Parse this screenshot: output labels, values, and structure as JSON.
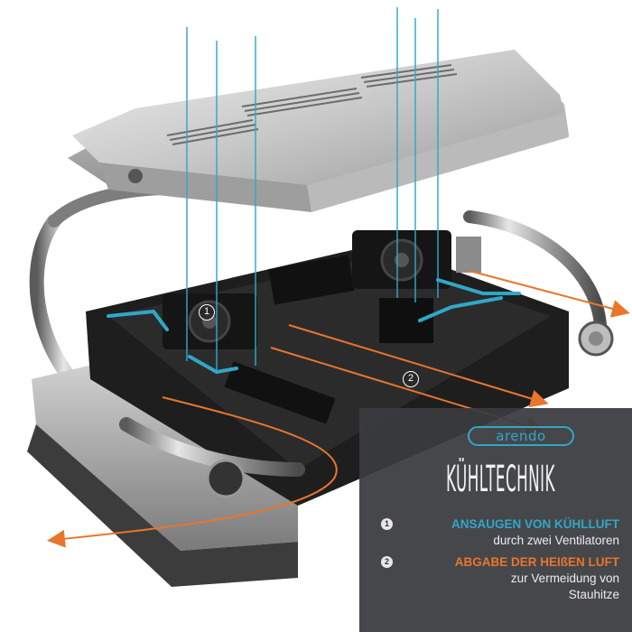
{
  "brand": {
    "logo_text": "arendo"
  },
  "panel": {
    "heading": "KÜHLTECHNIK",
    "items": [
      {
        "number": "1",
        "title": "ANSAUGEN VON KÜHLLUFT",
        "lines": [
          "durch zwei Ventilatoren"
        ]
      },
      {
        "number": "2",
        "title": "ABGABE DER HEIßEN LUFT",
        "lines": [
          "zur Vermeidung von",
          "Stauhitze"
        ]
      }
    ]
  },
  "markers": [
    {
      "number": "1"
    },
    {
      "number": "2"
    }
  ],
  "colors": {
    "intake": "#2fa8c8",
    "exhaust": "#e8762c",
    "panel_bg": "#3a3c40"
  }
}
